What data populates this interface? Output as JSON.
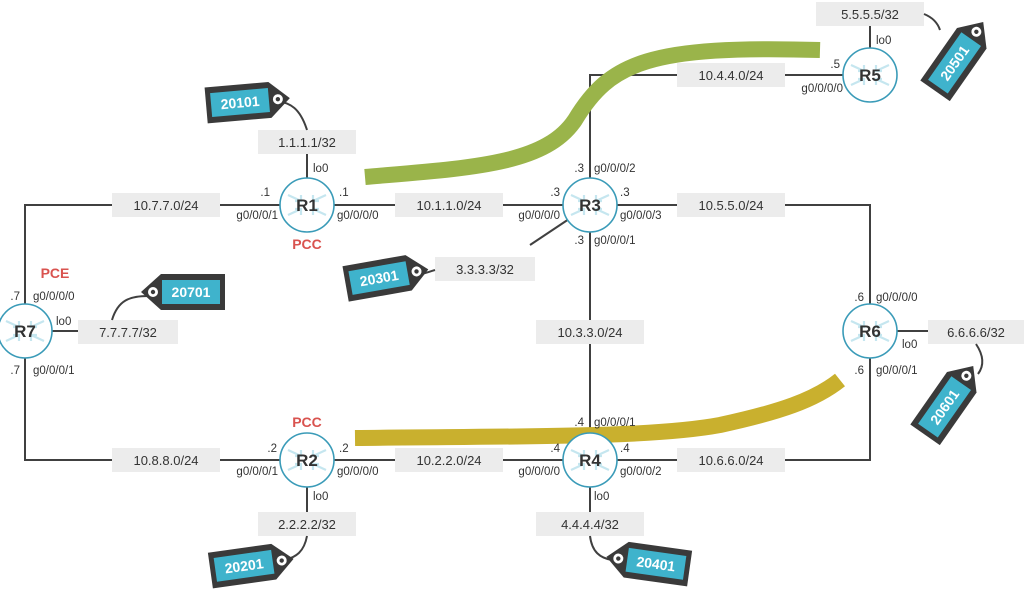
{
  "routers": {
    "r1": {
      "name": "R1",
      "role": "PCC",
      "loopback": "1.1.1.1/32",
      "lo_if": "lo0",
      "sid": "20101"
    },
    "r2": {
      "name": "R2",
      "role": "PCC",
      "loopback": "2.2.2.2/32",
      "lo_if": "lo0",
      "sid": "20201"
    },
    "r3": {
      "name": "R3",
      "loopback": "3.3.3.3/32",
      "sid": "20301"
    },
    "r4": {
      "name": "R4",
      "loopback": "4.4.4.4/32",
      "lo_if": "lo0",
      "sid": "20401"
    },
    "r5": {
      "name": "R5",
      "loopback": "5.5.5.5/32",
      "lo_if": "lo0",
      "sid": "20501"
    },
    "r6": {
      "name": "R6",
      "loopback": "6.6.6.6/32",
      "lo_if": "lo0",
      "sid": "20601"
    },
    "r7": {
      "name": "R7",
      "role": "PCE",
      "loopback": "7.7.7.7/32",
      "lo_if": "lo0",
      "sid": "20701"
    }
  },
  "links": {
    "r1_r7": {
      "subnet": "10.7.7.0/24",
      "r1_host": ".1",
      "r1_if": "g0/0/0/1",
      "r7_host": ".7",
      "r7_if": "g0/0/0/0"
    },
    "r1_r3": {
      "subnet": "10.1.1.0/24",
      "r1_host": ".1",
      "r1_if": "g0/0/0/0",
      "r3_host": ".3",
      "r3_if": "g0/0/0/0"
    },
    "r3_r5": {
      "subnet": "10.4.4.0/24",
      "r3_host": ".3",
      "r3_if": "g0/0/0/2",
      "r5_host": ".5",
      "r5_if": "g0/0/0/0"
    },
    "r3_r6": {
      "subnet": "10.5.5.0/24",
      "r3_host": ".3",
      "r3_if": "g0/0/0/3",
      "r6_host": ".6",
      "r6_if": "g0/0/0/0"
    },
    "r3_r4": {
      "subnet": "10.3.3.0/24",
      "r3_host": ".3",
      "r3_if": "g0/0/0/1",
      "r4_host": ".4",
      "r4_if": "g0/0/0/1"
    },
    "r2_r7": {
      "subnet": "10.8.8.0/24",
      "r2_host": ".2",
      "r2_if": "g0/0/0/1",
      "r7_host": ".7",
      "r7_if": "g0/0/0/1"
    },
    "r2_r4": {
      "subnet": "10.2.2.0/24",
      "r2_host": ".2",
      "r2_if": "g0/0/0/0",
      "r4_host": ".4",
      "r4_if": "g0/0/0/0"
    },
    "r4_r6": {
      "subnet": "10.6.6.0/24",
      "r4_host": ".4",
      "r4_if": "g0/0/0/2",
      "r6_host": ".6",
      "r6_if": "g0/0/0/1"
    }
  },
  "colors": {
    "line": "#404040",
    "label_box": "#ececec",
    "router_stroke": "#3a9bb8",
    "role_text": "#d9534f",
    "tag_body": "#3a3a3a",
    "tag_face": "#3fb3cc",
    "path_r1": "#9ab44a",
    "path_r2": "#c9b02e"
  },
  "icons": {
    "router": "router-icon",
    "sid_tag": "price-tag-icon"
  }
}
